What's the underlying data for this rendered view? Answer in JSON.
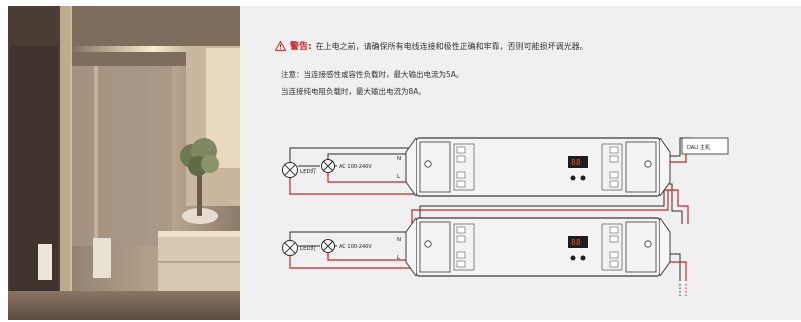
{
  "warning": {
    "icon": "warning-triangle-icon",
    "title": "警告:",
    "text": "在上电之前，请确保所有电线连接和极性正确和牢靠，否则可能损坏调光器。"
  },
  "notes": {
    "line1": "注意：当连接感性或容性负载时，最大输出电流为5A。",
    "line2": "当连接纯电阻负载时，最大输出电流为8A。"
  },
  "circuits": [
    {
      "led_label": "LED灯",
      "ac_label": "AC 100-240V",
      "n_label": "N",
      "l_label": "L",
      "display": "88"
    },
    {
      "led_label": "LED灯",
      "ac_label": "AC 100-240V",
      "n_label": "N",
      "l_label": "L",
      "display": "88"
    }
  ],
  "dali_master": "DALI 主机",
  "colors": {
    "wire_red": "#c8242b",
    "wire_black": "#2b2b2b",
    "warning_red": "#c8282d"
  }
}
